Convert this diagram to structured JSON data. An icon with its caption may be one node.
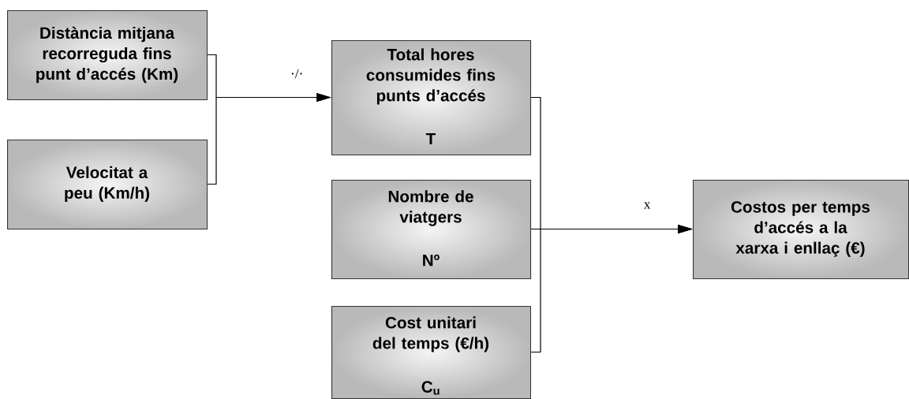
{
  "diagram": {
    "nodes": [
      {
        "text": [
          "Distància mitjana recorreguda fins punt d’accés (Km)"
        ]
      },
      {
        "text": [
          "Velocitat a peu (Km/h)"
        ]
      },
      {
        "text": [
          "Total hores consumides fins punts d’accés",
          "T"
        ]
      },
      {
        "text": [
          "Nombre de viatgers",
          "Nº"
        ]
      },
      {
        "text": [
          "Cost unitari del temps (€/h)",
          "C$_{u}$"
        ]
      },
      {
        "text": [
          "Costos per temps d’accés a la xarxa i enllaç (€)"
        ]
      }
    ],
    "edges": [
      {
        "from": 0,
        "to": 2,
        "arrow": "to",
        "label": "·/·"
      },
      {
        "from": 1,
        "to": 2,
        "arrow": "to"
      },
      {
        "from": 2,
        "to": 5,
        "arrow": "to",
        "label": "x"
      },
      {
        "from": 3,
        "to": 5,
        "arrow": "to"
      },
      {
        "from": 4,
        "to": 5,
        "arrow": "to"
      }
    ]
  }
}
